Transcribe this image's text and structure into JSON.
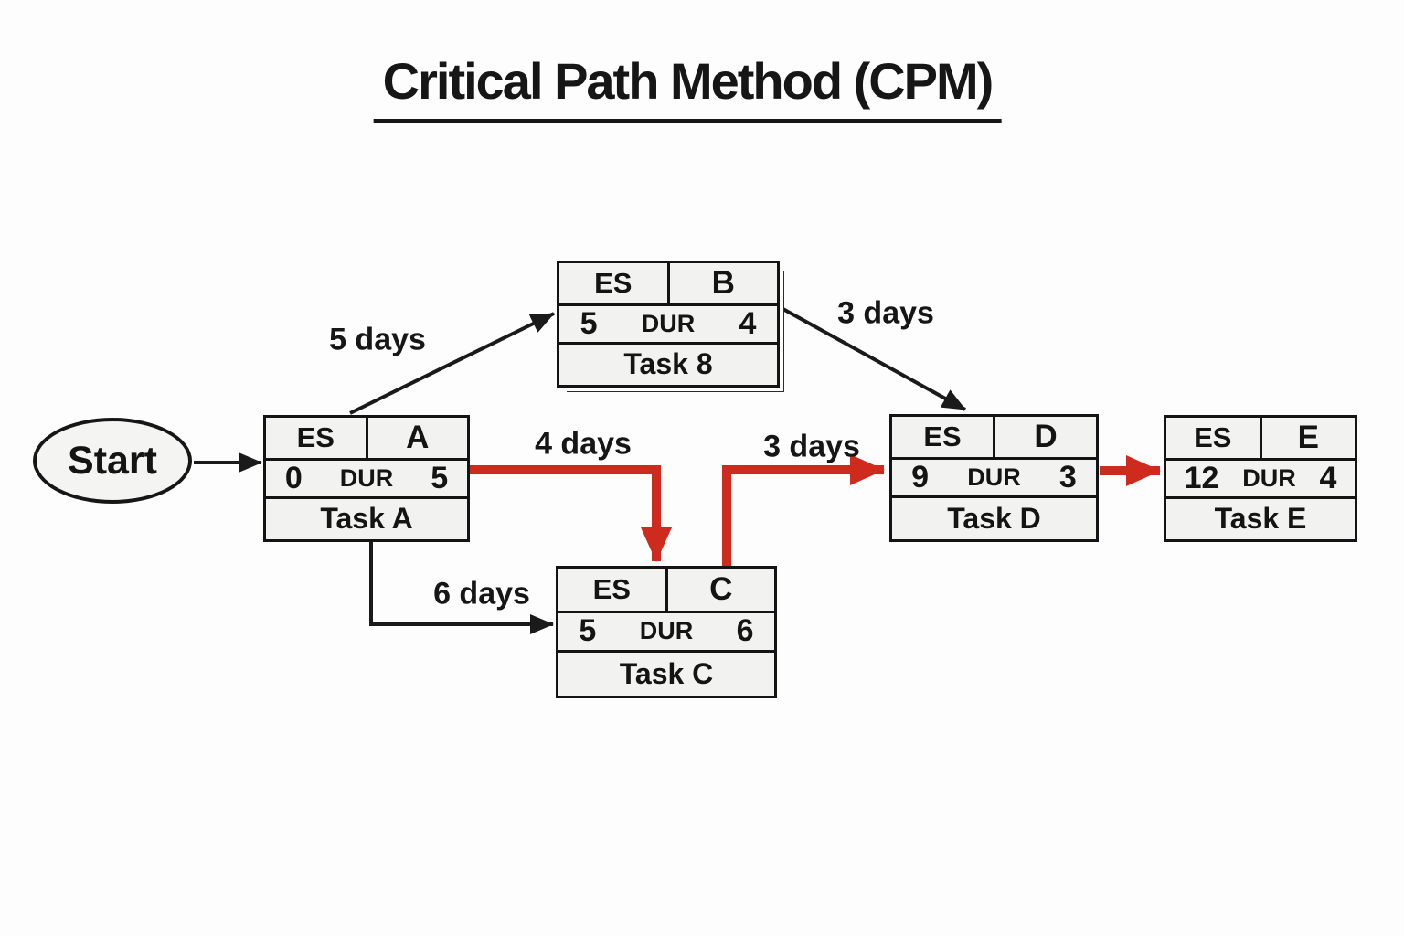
{
  "title": "Critical Path Method (CPM)",
  "start_node": {
    "label": "Start"
  },
  "nodes": [
    {
      "id": "A",
      "es_label": "ES",
      "letter": "A",
      "es": "0",
      "dur_label": "DUR",
      "dur": "5",
      "name": "Task A"
    },
    {
      "id": "B",
      "es_label": "ES",
      "letter": "B",
      "es": "5",
      "dur_label": "DUR",
      "dur": "4",
      "name": "Task 8"
    },
    {
      "id": "C",
      "es_label": "ES",
      "letter": "C",
      "es": "5",
      "dur_label": "DUR",
      "dur": "6",
      "name": "Task C"
    },
    {
      "id": "D",
      "es_label": "ES",
      "letter": "D",
      "es": "9",
      "dur_label": "DUR",
      "dur": "3",
      "name": "Task D"
    },
    {
      "id": "E",
      "es_label": "ES",
      "letter": "E",
      "es": "12",
      "dur_label": "DUR",
      "dur": "4",
      "name": "Task E"
    }
  ],
  "edges": [
    {
      "from": "Start",
      "to": "A",
      "label": "",
      "critical": false
    },
    {
      "from": "A",
      "to": "B",
      "label": "5 days",
      "critical": false
    },
    {
      "from": "A",
      "to": "C",
      "label": "4 days",
      "critical": true
    },
    {
      "from": "A",
      "to": "C",
      "label": "6 days",
      "critical": false
    },
    {
      "from": "B",
      "to": "D",
      "label": "3 days",
      "critical": false
    },
    {
      "from": "C",
      "to": "D",
      "label": "3 days",
      "critical": true
    },
    {
      "from": "D",
      "to": "E",
      "label": "",
      "critical": true
    }
  ],
  "colors": {
    "line": "#1a1a1a",
    "critical": "#cf2a1e",
    "node_fill": "#f2f2f0",
    "node_border": "#141414",
    "background": "#fdfdfd"
  }
}
